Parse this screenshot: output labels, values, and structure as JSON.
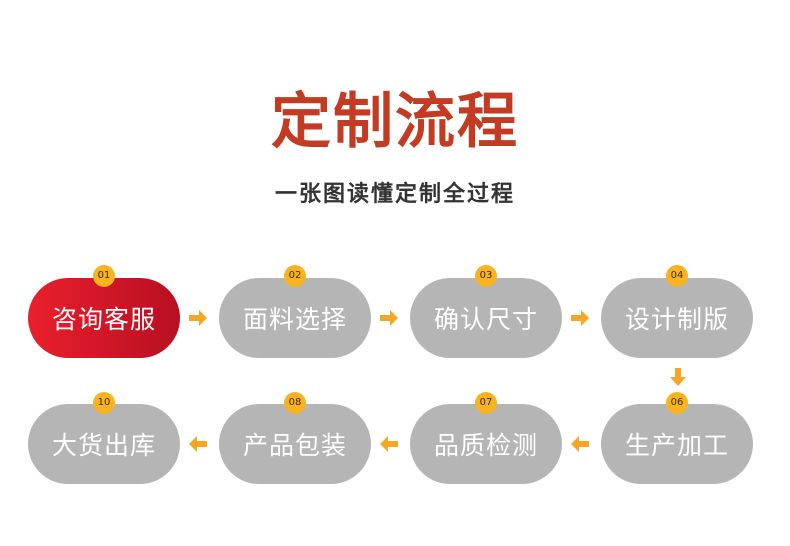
{
  "title": "定制流程",
  "subtitle": "一张图读懂定制全过程",
  "steps": [
    {
      "num": "01",
      "label": "咨询客服"
    },
    {
      "num": "02",
      "label": "面料选择"
    },
    {
      "num": "03",
      "label": "确认尺寸"
    },
    {
      "num": "04",
      "label": "设计制版"
    },
    {
      "num": "06",
      "label": "生产加工"
    },
    {
      "num": "07",
      "label": "品质检测"
    },
    {
      "num": "08",
      "label": "产品包装"
    },
    {
      "num": "10",
      "label": "大货出库"
    }
  ],
  "colors": {
    "title": "#c23b22",
    "active_start": "#ea1f2c",
    "active_end": "#b70f22",
    "inactive": "#b5b5b5",
    "badge": "#f8b320",
    "arrow": "#f5a623"
  },
  "icons": {
    "arrow": "arrow-icon"
  }
}
